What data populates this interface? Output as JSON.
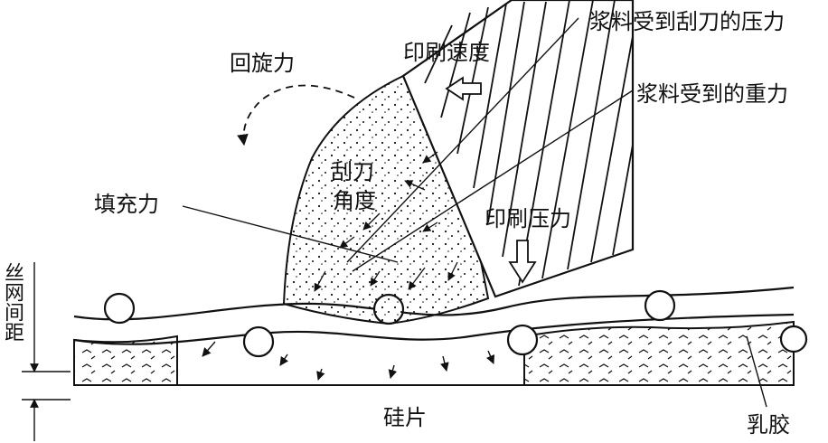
{
  "labels": {
    "rotation_force": "回旋力",
    "print_speed": "印刷速度",
    "paste_blade_pressure": "浆料受到刮刀的压力",
    "paste_gravity": "浆料受到的重力",
    "blade_angle_line1": "刮刀",
    "blade_angle_line2": "角度",
    "fill_force": "填充力",
    "print_pressure": "印刷压力",
    "screen_gap": "丝网间距",
    "wafer": "硅片",
    "emulsion": "乳胶"
  },
  "colors": {
    "stroke": "#111111",
    "background": "#ffffff"
  }
}
